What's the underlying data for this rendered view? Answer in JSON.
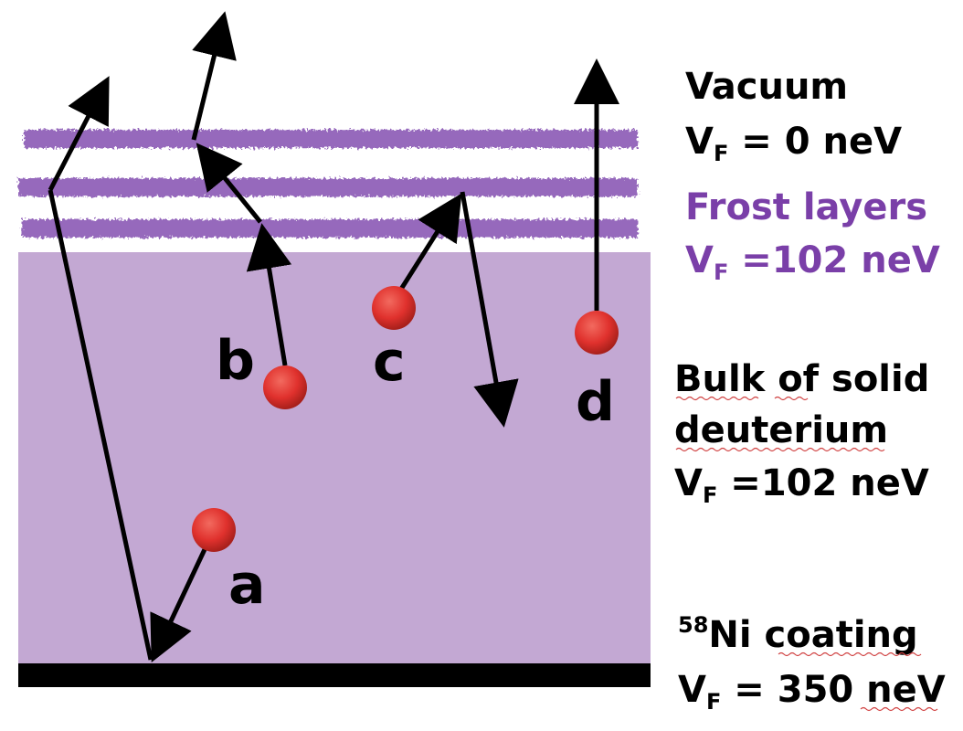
{
  "colors": {
    "bulk_fill": "#c3a8d3",
    "frost_color": "#8b5ab5",
    "frost_text": "#7a3fa8",
    "coating_fill": "#000000",
    "particle_fill": "#e0312d",
    "arrow_color": "#000000"
  },
  "labels": {
    "vacuum_title": "Vacuum",
    "vacuum_vf_main": "V",
    "vacuum_vf_sub": "F",
    "vacuum_vf_value": " = 0 neV",
    "frost_title": "Frost layers",
    "frost_vf_main": "V",
    "frost_vf_sub": "F",
    "frost_vf_value": " =102 neV",
    "bulk_title_1": "Bulk of solid",
    "bulk_title_2": "deuterium",
    "bulk_vf_main": "V",
    "bulk_vf_sub": "F",
    "bulk_vf_value": " =102 neV",
    "coating_sup": "58",
    "coating_title": "Ni coating",
    "coating_vf_main": "V",
    "coating_vf_sub": "F",
    "coating_vf_value": " = 350 neV"
  },
  "particles": {
    "a": "a",
    "b": "b",
    "c": "c",
    "d": "d"
  }
}
